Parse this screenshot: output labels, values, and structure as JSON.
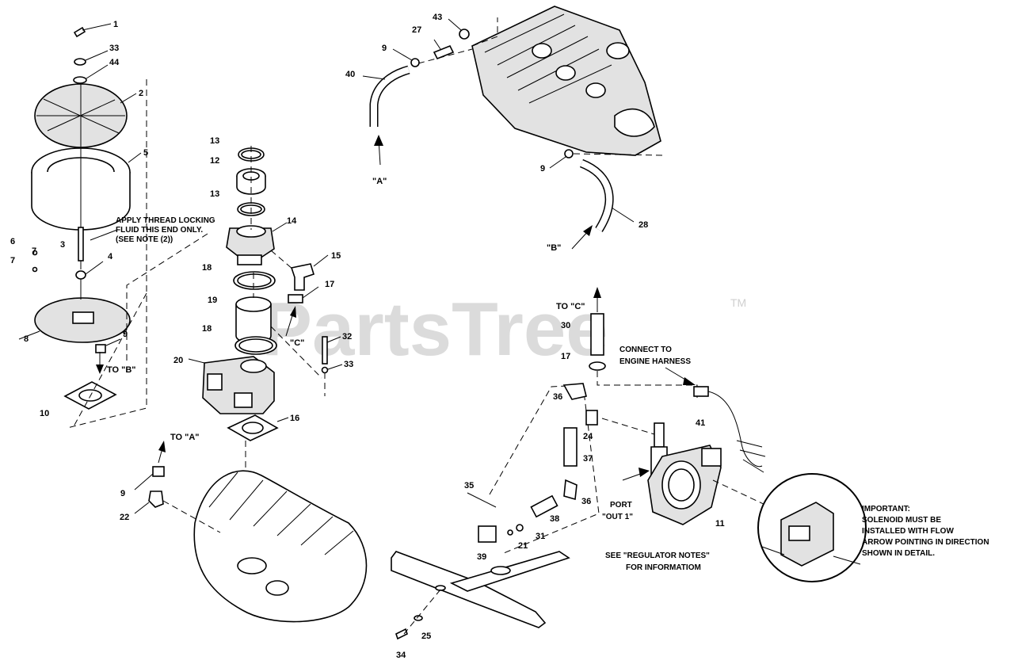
{
  "watermark": {
    "brand": "PartsTree",
    "mark": "TM"
  },
  "part_labels": {
    "p1": "1",
    "p2": "2",
    "p3": "3",
    "p4": "4",
    "p5": "5",
    "p6": "6",
    "p7a": "7",
    "p7b": "7",
    "p8": "8",
    "p9a": "9",
    "p9b": "9",
    "p9c": "9",
    "p9d": "9",
    "p10": "10",
    "p11": "11",
    "p12": "12",
    "p13a": "13",
    "p13b": "13",
    "p14": "14",
    "p15": "15",
    "p16": "16",
    "p17a": "17",
    "p17b": "17",
    "p18a": "18",
    "p18b": "18",
    "p19": "19",
    "p20": "20",
    "p21": "21",
    "p22": "22",
    "p24": "24",
    "p25": "25",
    "p27": "27",
    "p28": "28",
    "p30": "30",
    "p31": "31",
    "p32": "32",
    "p33a": "33",
    "p33b": "33",
    "p34": "34",
    "p35": "35",
    "p36a": "36",
    "p36b": "36",
    "p37": "37",
    "p38": "38",
    "p39": "39",
    "p40": "40",
    "p41": "41",
    "p43": "43",
    "p44": "44"
  },
  "callouts": {
    "to_a_1": "\"A\"",
    "to_b_1": "\"B\"",
    "to_c_1": "\"C\"",
    "to_b_arrow": "TO \"B\"",
    "to_a_arrow": "TO \"A\"",
    "to_c_arrow": "TO \"C\""
  },
  "notes": {
    "thread_line1": "APPLY THREAD LOCKING",
    "thread_line2": "FLUID THIS END ONLY.",
    "thread_line3": "(SEE NOTE (2))",
    "harness_line1": "CONNECT TO",
    "harness_line2": "ENGINE HARNESS",
    "port_line1": "PORT",
    "port_line2": "\"OUT 1\"",
    "reg_line1": "SEE \"REGULATOR NOTES\"",
    "reg_line2": "FOR INFORMATIOM",
    "imp_line1": "IMPORTANT:",
    "imp_line2": "SOLENOID MUST BE",
    "imp_line3": "INSTALLED WITH FLOW",
    "imp_line4": "ARROW POINTING IN DIRECTION",
    "imp_line5": "SHOWN IN DETAIL."
  },
  "colors": {
    "ink": "#000000",
    "watermark": "#cfcfcf",
    "shade": "#e2e2e2"
  }
}
